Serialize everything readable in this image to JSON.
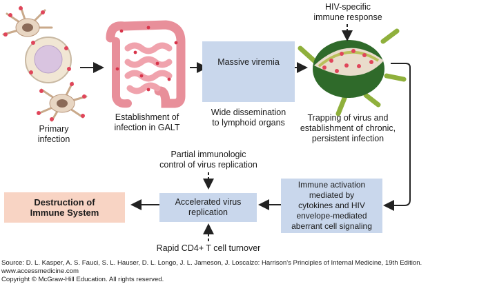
{
  "labels": {
    "primary_infection": "Primary\ninfection",
    "galt": "Establishment of\ninfection in GALT",
    "hiv_response": "HIV-specific\nimmune response",
    "trapping": "Trapping of virus and\nestablishment of chronic,\npersistent infection",
    "partial_control": "Partial immunologic\ncontrol of virus replication",
    "rapid_turnover": "Rapid CD4+ T cell turnover"
  },
  "boxes": {
    "viremia_top": "Massive viremia",
    "viremia_bottom": "Wide dissemination\nto lymphoid organs",
    "immune_activation": "Immune activation\nmediated by\ncytokines and HIV\nenvelope-mediated\naberrant cell signaling",
    "accelerated": "Accelerated virus\nreplication",
    "destruction": "Destruction of\nImmune System"
  },
  "footer": {
    "source": "Source: D. L. Kasper, A. S. Fauci, S. L. Hauser, D. L. Longo, J. L. Jameson, J. Loscalzo: Harrison's Principles of Internal Medicine, 19th Edition.",
    "url": "www.accessmedicine.com",
    "copyright": "Copyright © McGraw-Hill Education.  All rights reserved."
  },
  "colors": {
    "blue_box": "#c9d7ec",
    "red_box": "#f8d4c4",
    "virus": "#e0455a"
  }
}
